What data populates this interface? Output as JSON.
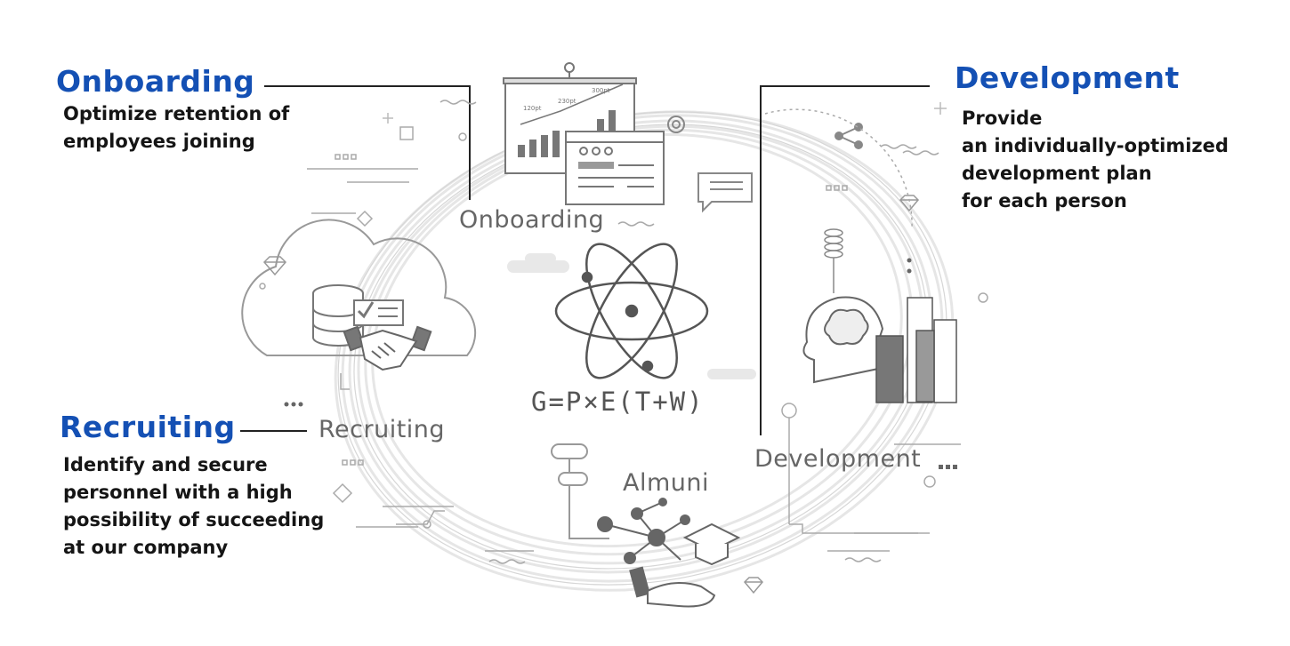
{
  "sections": {
    "onboarding": {
      "title": "Onboarding",
      "lines": [
        "Optimize retention of",
        "employees joining"
      ]
    },
    "development": {
      "title": "Development",
      "lines": [
        "Provide",
        "an individually-optimized",
        "development plan",
        "for each person"
      ]
    },
    "recruiting": {
      "title": "Recruiting",
      "lines": [
        "Identify and secure",
        "personnel with a high",
        "possibility of succeeding",
        "at our company"
      ]
    }
  },
  "cycle": {
    "onboarding": "Onboarding",
    "recruiting": "Recruiting",
    "almuni": "Almuni",
    "development": "Development",
    "formula": "G=P×E(T+W)"
  },
  "chart_labels": {
    "a": "120pt",
    "b": "230pt",
    "c": "300pt"
  },
  "colors": {
    "heading": "#1450b4",
    "text": "#151515",
    "illustration": "#777777",
    "ring": "#e4e4e4"
  }
}
